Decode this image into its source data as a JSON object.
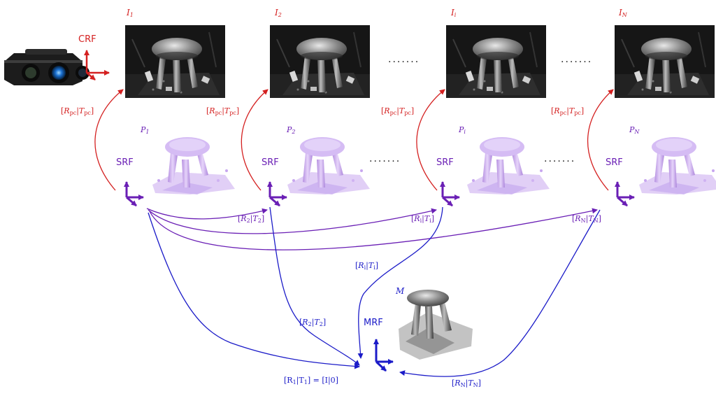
{
  "images": [
    {
      "id": "I1",
      "base": "I",
      "sub": "1"
    },
    {
      "id": "I2",
      "base": "I",
      "sub": "2"
    },
    {
      "id": "Ii",
      "base": "I",
      "sub": "i"
    },
    {
      "id": "IN",
      "base": "I",
      "sub": "N"
    }
  ],
  "pointclouds": [
    {
      "id": "P1",
      "base": "P",
      "sub": "1"
    },
    {
      "id": "P2",
      "base": "P",
      "sub": "2"
    },
    {
      "id": "Pi",
      "base": "P",
      "sub": "i"
    },
    {
      "id": "PN",
      "base": "P",
      "sub": "N"
    }
  ],
  "frames": {
    "crf": "CRF",
    "srf": "SRF",
    "mrf": "MRF"
  },
  "model_label": "M",
  "ellipsis": ".......",
  "pc_transform": {
    "R": "R",
    "R_sub": "pc",
    "T": "T",
    "T_sub": "pc"
  },
  "pair_transforms": [
    {
      "id": "RT2",
      "R_sub": "2",
      "T_sub": "2"
    },
    {
      "id": "RTi",
      "R_sub": "i",
      "T_sub": "i"
    },
    {
      "id": "RTN",
      "R_sub": "N",
      "T_sub": "N"
    }
  ],
  "model_transforms": [
    {
      "id": "RT1",
      "text_pre": "[R",
      "sub1": "1",
      "mid": "|T",
      "sub2": "1",
      "post": "] = [I|0]"
    },
    {
      "id": "RT2m",
      "R_sub": "2",
      "T_sub": "2"
    },
    {
      "id": "RTim",
      "R_sub": "i",
      "T_sub": "i"
    },
    {
      "id": "RTNm",
      "R_sub": "N",
      "T_sub": "N"
    }
  ],
  "colors": {
    "red": "#d42020",
    "purple": "#6a1fb5",
    "blue": "#1b1bc8",
    "lavender": "#c9a8ee",
    "dark_bg": "#161616"
  }
}
